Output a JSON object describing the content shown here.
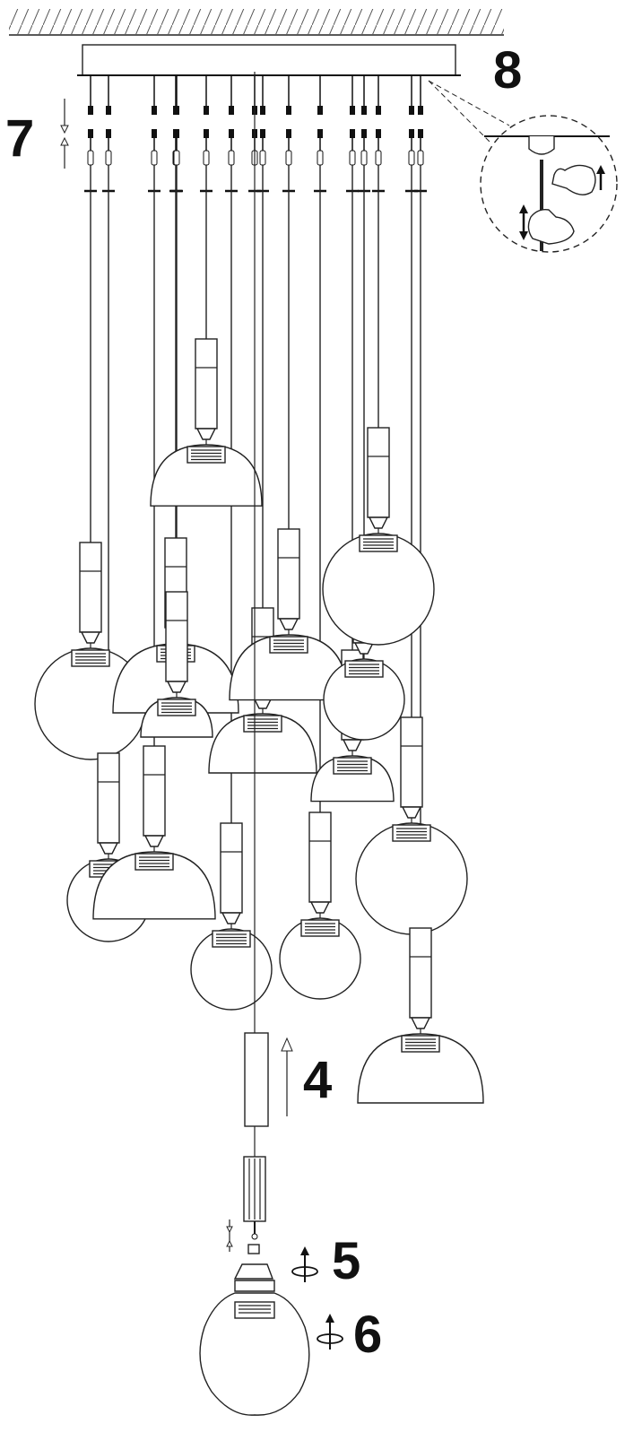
{
  "diagram": {
    "steps": [
      {
        "id": "4",
        "label": "4"
      },
      {
        "id": "5",
        "label": "5"
      },
      {
        "id": "6",
        "label": "6"
      },
      {
        "id": "7",
        "label": "7"
      },
      {
        "id": "8",
        "label": "8"
      }
    ],
    "pendant_count": 16,
    "line_color": "#222222",
    "background": "#ffffff"
  }
}
